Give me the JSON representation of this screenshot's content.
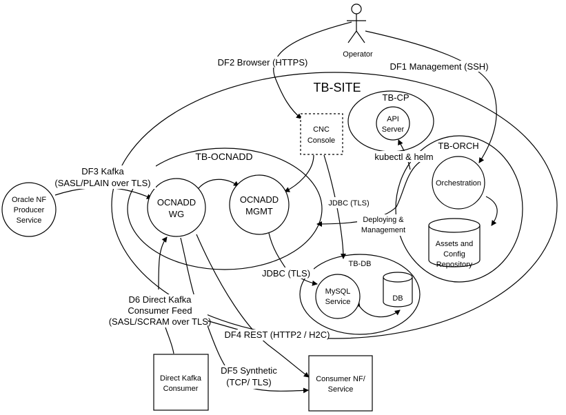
{
  "operator": "Operator",
  "zones": {
    "site": "TB-SITE",
    "cp": "TB-CP",
    "orch": "TB-ORCH",
    "ocnadd": "TB-OCNADD",
    "db": "TB-DB"
  },
  "nodes": {
    "cnc_console": [
      "CNC",
      "Console"
    ],
    "api_server": [
      "API",
      "Server"
    ],
    "orchestration": "Orchestration",
    "assets": [
      "Assets and",
      "Config",
      "Repository"
    ],
    "ocnadd_wg": [
      "OCNADD",
      "WG"
    ],
    "ocnadd_mgmt": [
      "OCNADD",
      "MGMT"
    ],
    "mysql": [
      "MySQL",
      "Service"
    ],
    "db": "DB",
    "oracle_nf": [
      "Oracle NF",
      "Producer",
      "Service"
    ],
    "direct_kafka_consumer": [
      "Direct Kafka",
      "Consumer"
    ],
    "consumer_nf": [
      "Consumer NF/",
      "Service"
    ]
  },
  "flows": {
    "df2": "DF2 Browser (HTTPS)",
    "df1": "DF1 Management (SSH)",
    "df3": [
      "DF3 Kafka",
      "(SASL/PLAIN over TLS)"
    ],
    "kubectl": "kubectl & helm",
    "jdbc1": "JDBC (TLS)",
    "deploying": [
      "Deploying &",
      "Management"
    ],
    "jdbc2": "JDBC (TLS)",
    "d6": [
      "D6 Direct Kafka",
      "Consumer Feed",
      "(SASL/SCRAM over TLS)"
    ],
    "df4": "DF4 REST (HTTP2 / H2C)",
    "df5": [
      "DF5 Synthetic",
      "(TCP/ TLS)"
    ]
  }
}
